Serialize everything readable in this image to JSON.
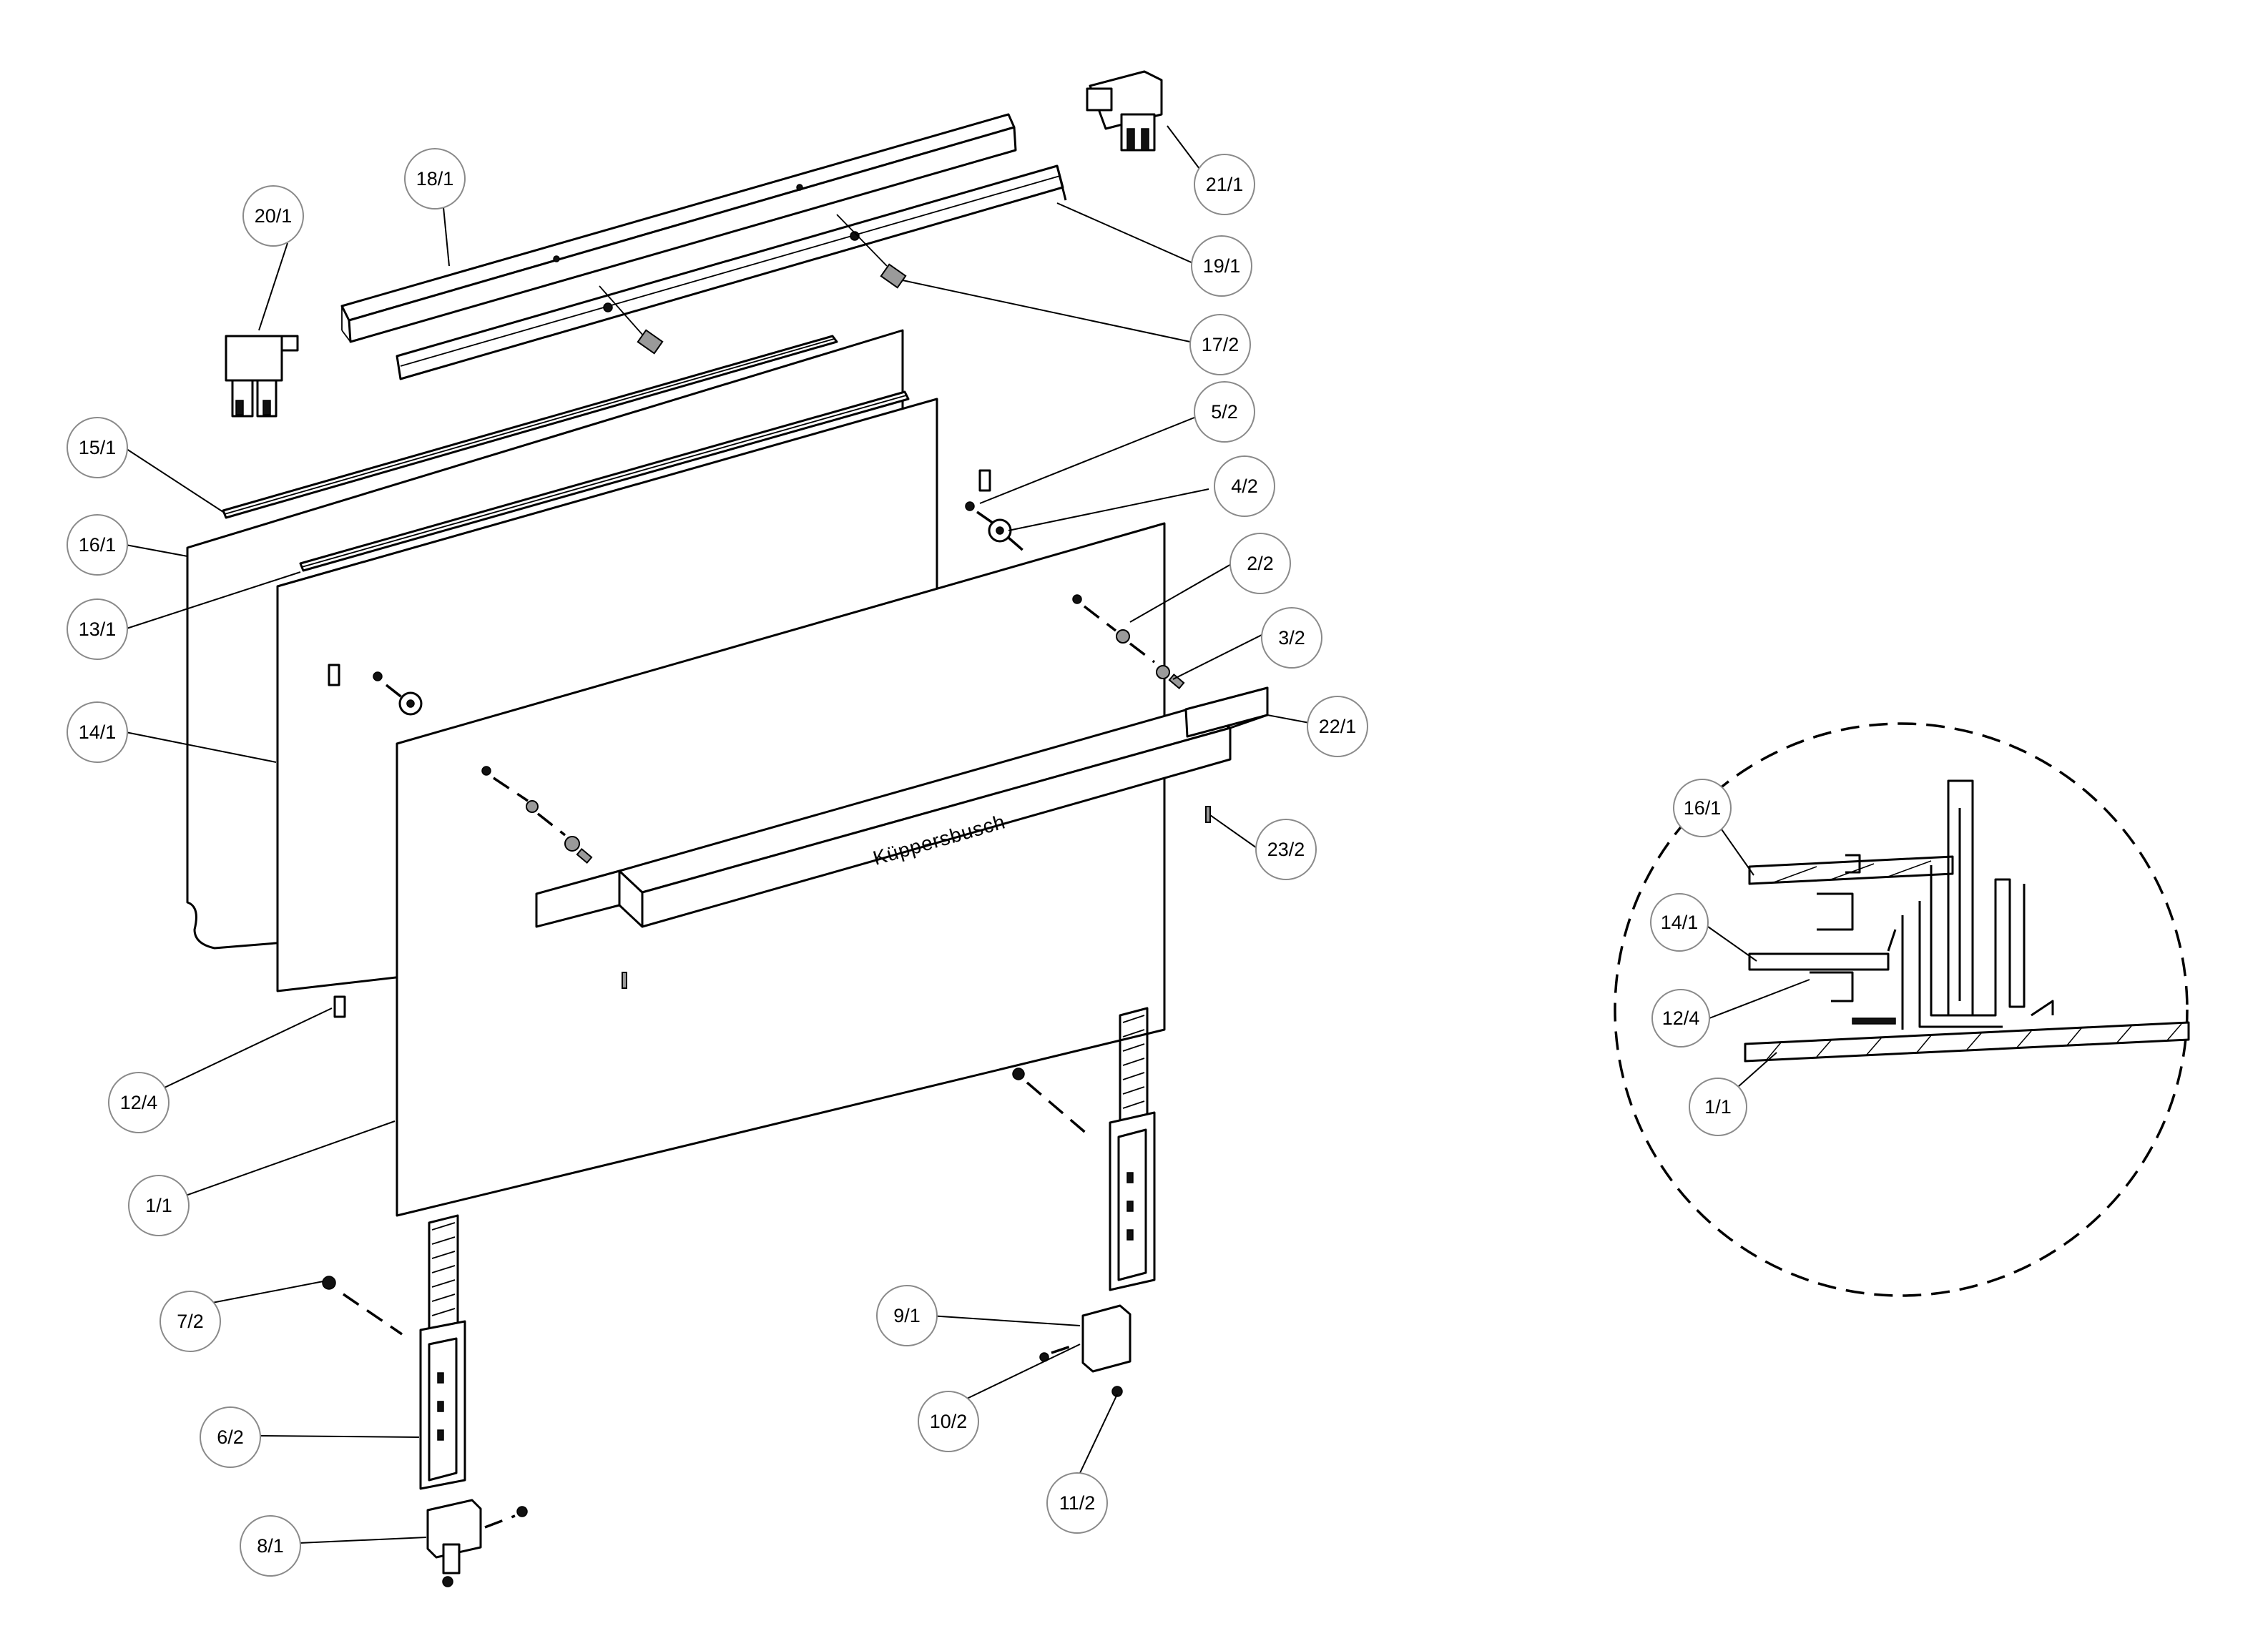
{
  "brand_text": "Küppersbusch",
  "callouts": [
    {
      "id": "c-18-1",
      "label": "18/1"
    },
    {
      "id": "c-20-1",
      "label": "20/1"
    },
    {
      "id": "c-21-1",
      "label": "21/1"
    },
    {
      "id": "c-19-1",
      "label": "19/1"
    },
    {
      "id": "c-17-2",
      "label": "17/2"
    },
    {
      "id": "c-5-2",
      "label": "5/2"
    },
    {
      "id": "c-4-2",
      "label": "4/2"
    },
    {
      "id": "c-15-1",
      "label": "15/1"
    },
    {
      "id": "c-16-1",
      "label": "16/1"
    },
    {
      "id": "c-13-1",
      "label": "13/1"
    },
    {
      "id": "c-14-1",
      "label": "14/1"
    },
    {
      "id": "c-2-2",
      "label": "2/2"
    },
    {
      "id": "c-3-2",
      "label": "3/2"
    },
    {
      "id": "c-22-1",
      "label": "22/1"
    },
    {
      "id": "c-23-2",
      "label": "23/2"
    },
    {
      "id": "c-12-4",
      "label": "12/4"
    },
    {
      "id": "c-1-1",
      "label": "1/1"
    },
    {
      "id": "c-7-2",
      "label": "7/2"
    },
    {
      "id": "c-6-2",
      "label": "6/2"
    },
    {
      "id": "c-8-1",
      "label": "8/1"
    },
    {
      "id": "c-9-1",
      "label": "9/1"
    },
    {
      "id": "c-10-2",
      "label": "10/2"
    },
    {
      "id": "c-11-2",
      "label": "11/2"
    }
  ],
  "detail_callouts": [
    {
      "id": "d-16-1",
      "label": "16/1"
    },
    {
      "id": "d-14-1",
      "label": "14/1"
    },
    {
      "id": "d-12-4",
      "label": "12/4"
    },
    {
      "id": "d-1-1",
      "label": "1/1"
    }
  ]
}
